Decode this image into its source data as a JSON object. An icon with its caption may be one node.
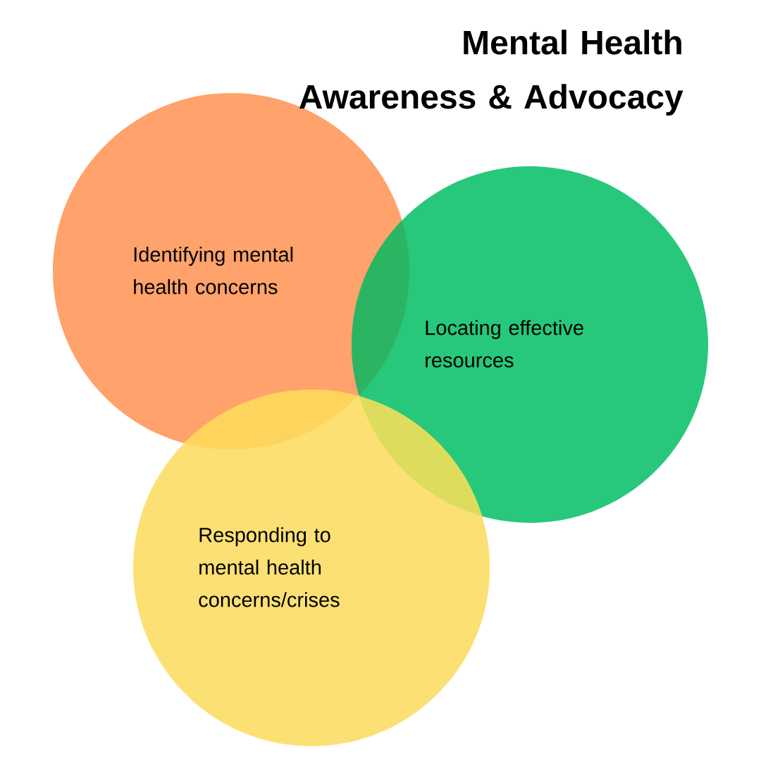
{
  "diagram": {
    "title": "Mental Health Awareness & Advocacy",
    "nodes": [
      {
        "text": [
          "Identifying mental health concerns"
        ]
      },
      {
        "text": [
          "Locating effective resources"
        ]
      },
      {
        "text": [
          "Responding to mental health concerns/crises"
        ]
      }
    ]
  }
}
